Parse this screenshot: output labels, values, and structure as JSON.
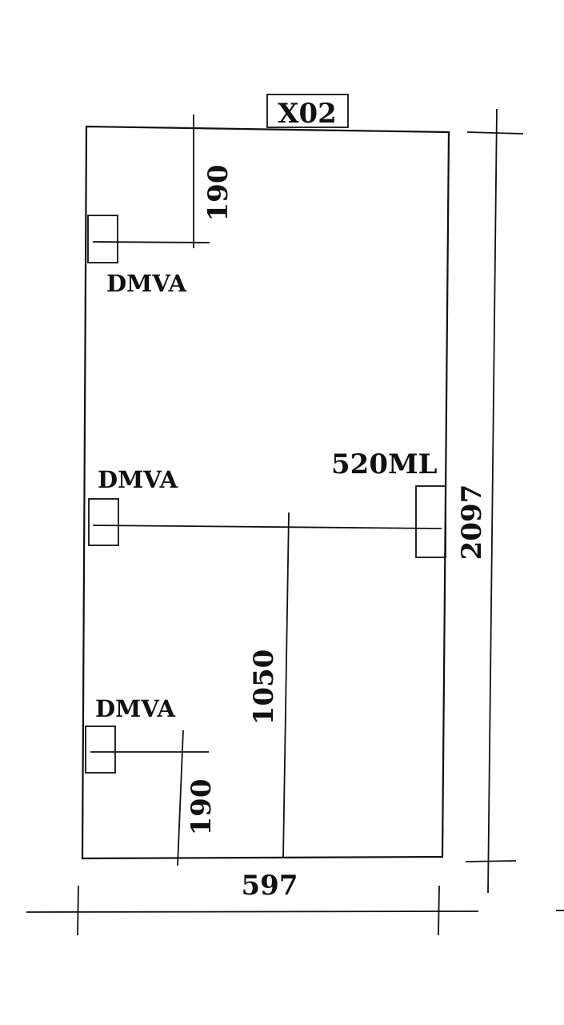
{
  "panel": {
    "code": "X02",
    "width_dim": "597",
    "height_dim": "2097"
  },
  "hinges": [
    {
      "label": "DMVA",
      "offset_dim": "190"
    },
    {
      "label": "DMVA"
    },
    {
      "label": "DMVA",
      "offset_dim": "190"
    }
  ],
  "fitting": {
    "label": "520ML",
    "height_dim": "1050"
  }
}
